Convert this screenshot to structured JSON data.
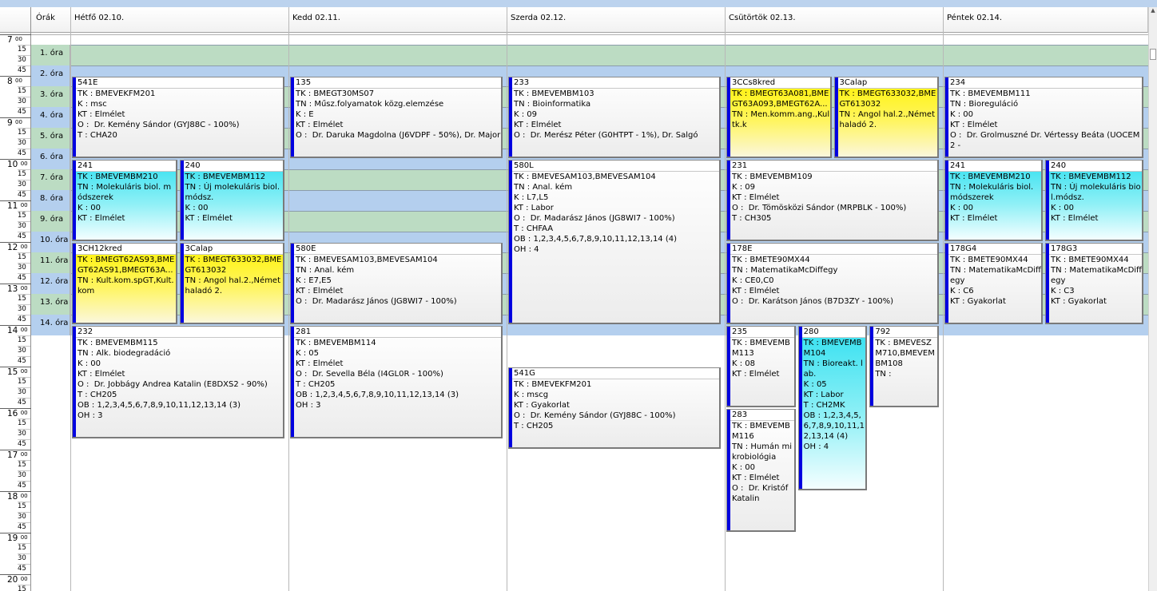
{
  "header": {
    "hours_label": "Órák",
    "days": [
      "Hétfő  02.10.",
      "Kedd  02.11.",
      "Szerda  02.12.",
      "Csütörtök  02.13.",
      "Péntek  02.14."
    ]
  },
  "hours": [
    "7",
    "8",
    "9",
    "10",
    "11",
    "12",
    "13",
    "14",
    "15",
    "16",
    "17",
    "18",
    "19",
    "20"
  ],
  "hour_suffix": "00",
  "minutes": [
    "15",
    "30",
    "45"
  ],
  "periods": [
    "1. óra",
    "2. óra",
    "3. óra",
    "4. óra",
    "5. óra",
    "6. óra",
    "7. óra",
    "8. óra",
    "9. óra",
    "10. óra",
    "11. óra",
    "12. óra",
    "13. óra",
    "14. óra"
  ],
  "colors": {
    "accent": "#0000e0",
    "blue_row": "#b4cfee",
    "green_row": "#bcdcc3",
    "cyan": "#33e0f0",
    "yellow": "#fff200"
  },
  "events": [
    {
      "id": "mon-541e",
      "day": 0,
      "col": 0,
      "cols": 1,
      "start": "8:00",
      "end": "10:00",
      "style": "white",
      "room": "541E",
      "lines": [
        "TK : BMEVEKFM201",
        "K : msc",
        "KT : Elmélet",
        "O :  Dr. Kemény Sándor (GYJ88C - 100%)",
        "T : CHA20"
      ]
    },
    {
      "id": "mon-241",
      "day": 0,
      "col": 0,
      "cols": 2,
      "start": "10:00",
      "end": "12:00",
      "style": "cyan",
      "room": "241",
      "lines": [
        "TK : BMEVEMBM210",
        "TN : Molekuláris biol. módszerek",
        "K : 00",
        "KT : Elmélet"
      ]
    },
    {
      "id": "mon-240",
      "day": 0,
      "col": 1,
      "cols": 2,
      "start": "10:00",
      "end": "12:00",
      "style": "cyan",
      "room": "240",
      "lines": [
        "TK : BMEVEMBM112",
        "TN : Új molekuláris biol.módsz.",
        "K : 00",
        "KT : Elmélet"
      ]
    },
    {
      "id": "mon-3ch12kred",
      "day": 0,
      "col": 0,
      "cols": 2,
      "start": "12:00",
      "end": "14:00",
      "style": "yel",
      "room": "3CH12kred",
      "lines": [
        "TK : BMEGT62AS93,BMEGT62AS91,BMEGT63A...",
        "TN : Kult.kom.spGT,Kult.kom"
      ]
    },
    {
      "id": "mon-3calap",
      "day": 0,
      "col": 1,
      "cols": 2,
      "start": "12:00",
      "end": "14:00",
      "style": "yel",
      "room": "3Calap",
      "lines": [
        "TK : BMEGT633032,BMEGT613032",
        "TN : Angol hal.2.,Német haladó 2."
      ]
    },
    {
      "id": "mon-232",
      "day": 0,
      "col": 0,
      "cols": 1,
      "start": "14:00",
      "end": "16:45",
      "style": "white",
      "room": "232",
      "lines": [
        "TK : BMEVEMBM115",
        "TN : Alk. biodegradáció",
        "K : 00",
        "KT : Elmélet",
        "O :  Dr. Jobbágy Andrea Katalin (E8DXS2 - 90%)",
        "T : CH205",
        "OB : 1,2,3,4,5,6,7,8,9,10,11,12,13,14 (3)",
        "OH : 3"
      ]
    },
    {
      "id": "tue-135",
      "day": 1,
      "col": 0,
      "cols": 1,
      "start": "8:00",
      "end": "10:00",
      "style": "white",
      "room": "135",
      "lines": [
        "TK : BMEGT30MS07",
        "TN : Műsz.folyamatok közg.elemzése",
        "K : E",
        "KT : Elmélet",
        "O :  Dr. Daruka Magdolna (J6VDPF - 50%), Dr. Major"
      ]
    },
    {
      "id": "tue-580e",
      "day": 1,
      "col": 0,
      "cols": 1,
      "start": "12:00",
      "end": "14:00",
      "style": "white",
      "room": "580E",
      "lines": [
        "TK : BMEVESAM103,BMEVESAM104",
        "TN : Anal. kém",
        "K : E7,E5",
        "KT : Elmélet",
        "O :  Dr. Madarász János (JG8WI7 - 100%)"
      ]
    },
    {
      "id": "tue-281",
      "day": 1,
      "col": 0,
      "cols": 1,
      "start": "14:00",
      "end": "16:45",
      "style": "white",
      "room": "281",
      "lines": [
        "TK : BMEVEMBM114",
        "K : 05",
        "KT : Elmélet",
        "O :  Dr. Sevella Béla (I4GL0R - 100%)",
        "T : CH205",
        "OB : 1,2,3,4,5,6,7,8,9,10,11,12,13,14 (3)",
        "OH : 3"
      ]
    },
    {
      "id": "wed-233",
      "day": 2,
      "col": 0,
      "cols": 1,
      "start": "8:00",
      "end": "10:00",
      "style": "white",
      "room": "233",
      "lines": [
        "TK : BMEVEMBM103",
        "TN : Bioinformatika",
        "K : 09",
        "KT : Elmélet",
        "O :  Dr. Merész Péter (G0HTPT - 1%), Dr. Salgó"
      ]
    },
    {
      "id": "wed-580l",
      "day": 2,
      "col": 0,
      "cols": 1,
      "start": "10:00",
      "end": "14:00",
      "style": "white",
      "room": "580L",
      "lines": [
        "TK : BMEVESAM103,BMEVESAM104",
        "TN : Anal. kém",
        "K : L7,L5",
        "KT : Labor",
        "O :  Dr. Madarász János (JG8WI7 - 100%)",
        "T : CHFAA",
        "OB : 1,2,3,4,5,6,7,8,9,10,11,12,13,14 (4)",
        "OH : 4"
      ]
    },
    {
      "id": "wed-541g",
      "day": 2,
      "col": 0,
      "cols": 1,
      "start": "15:00",
      "end": "17:00",
      "style": "white",
      "room": "541G",
      "lines": [
        "TK : BMEVEKFM201",
        "K : mscg",
        "KT : Gyakorlat",
        "O :  Dr. Kemény Sándor (GYJ88C - 100%)",
        "T : CH205"
      ]
    },
    {
      "id": "thu-3ccs8kred",
      "day": 3,
      "col": 0,
      "cols": 2,
      "start": "8:00",
      "end": "10:00",
      "style": "yel",
      "room": "3CCs8kred",
      "lines": [
        "TK : BMEGT63A081,BMEGT63A093,BMEGT62A...",
        "TN : Men.komm.ang.,Kultk.k"
      ]
    },
    {
      "id": "thu-3calap",
      "day": 3,
      "col": 1,
      "cols": 2,
      "start": "8:00",
      "end": "10:00",
      "style": "yel",
      "room": "3Calap",
      "lines": [
        "TK : BMEGT633032,BMEGT613032",
        "TN : Angol hal.2.,Német haladó 2."
      ]
    },
    {
      "id": "thu-231",
      "day": 3,
      "col": 0,
      "cols": 1,
      "start": "10:00",
      "end": "12:00",
      "style": "white",
      "room": "231",
      "lines": [
        "TK : BMEVEMBM109",
        "K : 09",
        "KT : Elmélet",
        "O :  Dr. Tömösközi Sándor (MRPBLK - 100%)",
        "T : CH305"
      ]
    },
    {
      "id": "thu-178e",
      "day": 3,
      "col": 0,
      "cols": 1,
      "start": "12:00",
      "end": "14:00",
      "style": "white",
      "room": "178E",
      "lines": [
        "TK : BMETE90MX44",
        "TN : MatematikaMcDiffegy",
        "K : CE0,C0",
        "KT : Elmélet",
        "O :  Dr. Karátson János (B7D3ZY - 100%)"
      ]
    },
    {
      "id": "thu-235",
      "day": 3,
      "col": 0,
      "cols": 3,
      "start": "14:00",
      "end": "16:00",
      "style": "white",
      "room": "235",
      "lines": [
        "TK : BMEVEMBM113",
        "K : 08",
        "KT : Elmélet"
      ]
    },
    {
      "id": "thu-280",
      "day": 3,
      "col": 1,
      "cols": 3,
      "start": "14:00",
      "end": "18:00",
      "style": "cyan",
      "room": "280",
      "lines": [
        "TK : BMEVEMBM104",
        "TN : Bioreakt. lab.",
        "K : 05",
        "KT : Labor",
        "T : CH2MK",
        "OB : 1,2,3,4,5,6,7,8,9,10,11,12,13,14 (4)",
        "OH : 4"
      ]
    },
    {
      "id": "thu-792",
      "day": 3,
      "col": 2,
      "cols": 3,
      "start": "14:00",
      "end": "16:00",
      "style": "white",
      "room": "792",
      "lines": [
        "TK : BMEVESZM710,BMEVEMBM108",
        "TN :"
      ]
    },
    {
      "id": "thu-283",
      "day": 3,
      "col": 0,
      "cols": 3,
      "start": "16:00",
      "end": "19:00",
      "style": "white",
      "room": "283",
      "lines": [
        "TK : BMEVEMBM116",
        "TN : Humán mikrobiológia",
        "K : 00",
        "KT : Elmélet",
        "O :  Dr. Kristóf Katalin"
      ]
    },
    {
      "id": "fri-234",
      "day": 4,
      "col": 0,
      "cols": 1,
      "start": "8:00",
      "end": "10:00",
      "style": "white",
      "room": "234",
      "lines": [
        "TK : BMEVEMBM111",
        "TN : Bioreguláció",
        "K : 00",
        "KT : Elmélet",
        "O :  Dr. Grolmuszné Dr. Vértessy Beáta (UOCEM2 -"
      ]
    },
    {
      "id": "fri-241",
      "day": 4,
      "col": 0,
      "cols": 2,
      "start": "10:00",
      "end": "12:00",
      "style": "cyan",
      "room": "241",
      "lines": [
        "TK : BMEVEMBM210",
        "TN : Molekuláris biol. módszerek",
        "K : 00",
        "KT : Elmélet"
      ]
    },
    {
      "id": "fri-240",
      "day": 4,
      "col": 1,
      "cols": 2,
      "start": "10:00",
      "end": "12:00",
      "style": "cyan",
      "room": "240",
      "lines": [
        "TK : BMEVEMBM112",
        "TN : Új molekuláris biol.módsz.",
        "K : 00",
        "KT : Elmélet"
      ]
    },
    {
      "id": "fri-178g4",
      "day": 4,
      "col": 0,
      "cols": 2,
      "start": "12:00",
      "end": "14:00",
      "style": "white",
      "room": "178G4",
      "lines": [
        "TK : BMETE90MX44",
        "TN : MatematikaMcDiffegy",
        "K : C6",
        "KT : Gyakorlat"
      ]
    },
    {
      "id": "fri-178g3",
      "day": 4,
      "col": 1,
      "cols": 2,
      "start": "12:00",
      "end": "14:00",
      "style": "white",
      "room": "178G3",
      "lines": [
        "TK : BMETE90MX44",
        "TN : MatematikaMcDiffegy",
        "K : C3",
        "KT : Gyakorlat"
      ]
    }
  ]
}
